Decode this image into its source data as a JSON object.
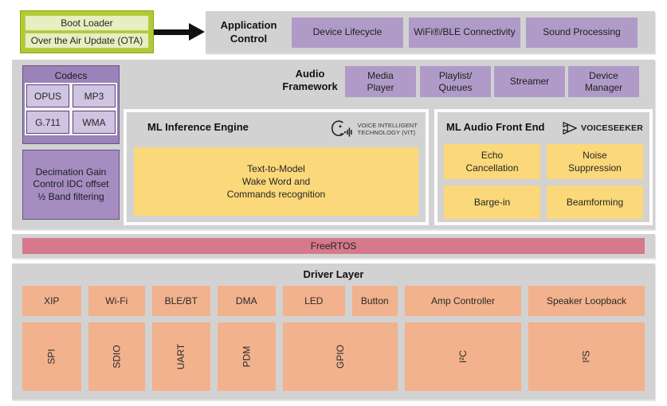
{
  "boot_loader": {
    "items": [
      "Boot Loader",
      "Over the Air Update (OTA)"
    ]
  },
  "application_control": {
    "title": [
      "Application",
      "Control"
    ],
    "boxes": [
      "Device Lifecycle",
      "WiFi®/BLE Connectivity",
      "Sound Processing"
    ]
  },
  "audio_framework": {
    "title": [
      "Audio",
      "Framework"
    ],
    "boxes": [
      [
        "Media",
        "Player"
      ],
      [
        "Playlist/",
        "Queues"
      ],
      "Streamer",
      [
        "Device",
        "Manager"
      ]
    ]
  },
  "codecs": {
    "title": "Codecs",
    "items": [
      "OPUS",
      "MP3",
      "G.711",
      "WMA"
    ]
  },
  "decimation": {
    "lines": [
      "Decimation Gain",
      "Control IDC offset",
      "½ Band filtering"
    ]
  },
  "ml_inference_engine": {
    "title": "ML Inference Engine",
    "logo_text": [
      "VOICE INTELLIGENT",
      "TECHNOLOGY (VIT)"
    ],
    "box": [
      "Text-to-Model",
      "Wake Word and",
      "Commands recognition"
    ]
  },
  "ml_audio_front_end": {
    "title": "ML Audio Front End",
    "logo_text": "VOICESEEKER",
    "boxes": [
      [
        "Echo",
        "Cancellation"
      ],
      [
        "Noise",
        "Suppression"
      ],
      "Barge-in",
      "Beamforming"
    ]
  },
  "freertos": {
    "label": "FreeRTOS"
  },
  "driver_layer": {
    "title": "Driver Layer",
    "top_row": [
      "XIP",
      "Wi-Fi",
      "BLE/BT",
      "DMA",
      "LED",
      "Button",
      "Amp Controller",
      "Speaker Loopback"
    ],
    "bottom_row": [
      "SPI",
      "SDIO",
      "UART",
      "PDM",
      "GPIO",
      "I²C",
      "I²S"
    ]
  },
  "colors": {
    "band_gray": "#d2d2d2",
    "purple": "#b09bc8",
    "purple_dark": "#9b82ba",
    "purple_light": "#cfc4e1",
    "yellow": "#fbd879",
    "pink": "#d5798b",
    "orange": "#f2b28d",
    "lime_frame": "#b4c932",
    "lime_pale": "#e7eebf"
  }
}
